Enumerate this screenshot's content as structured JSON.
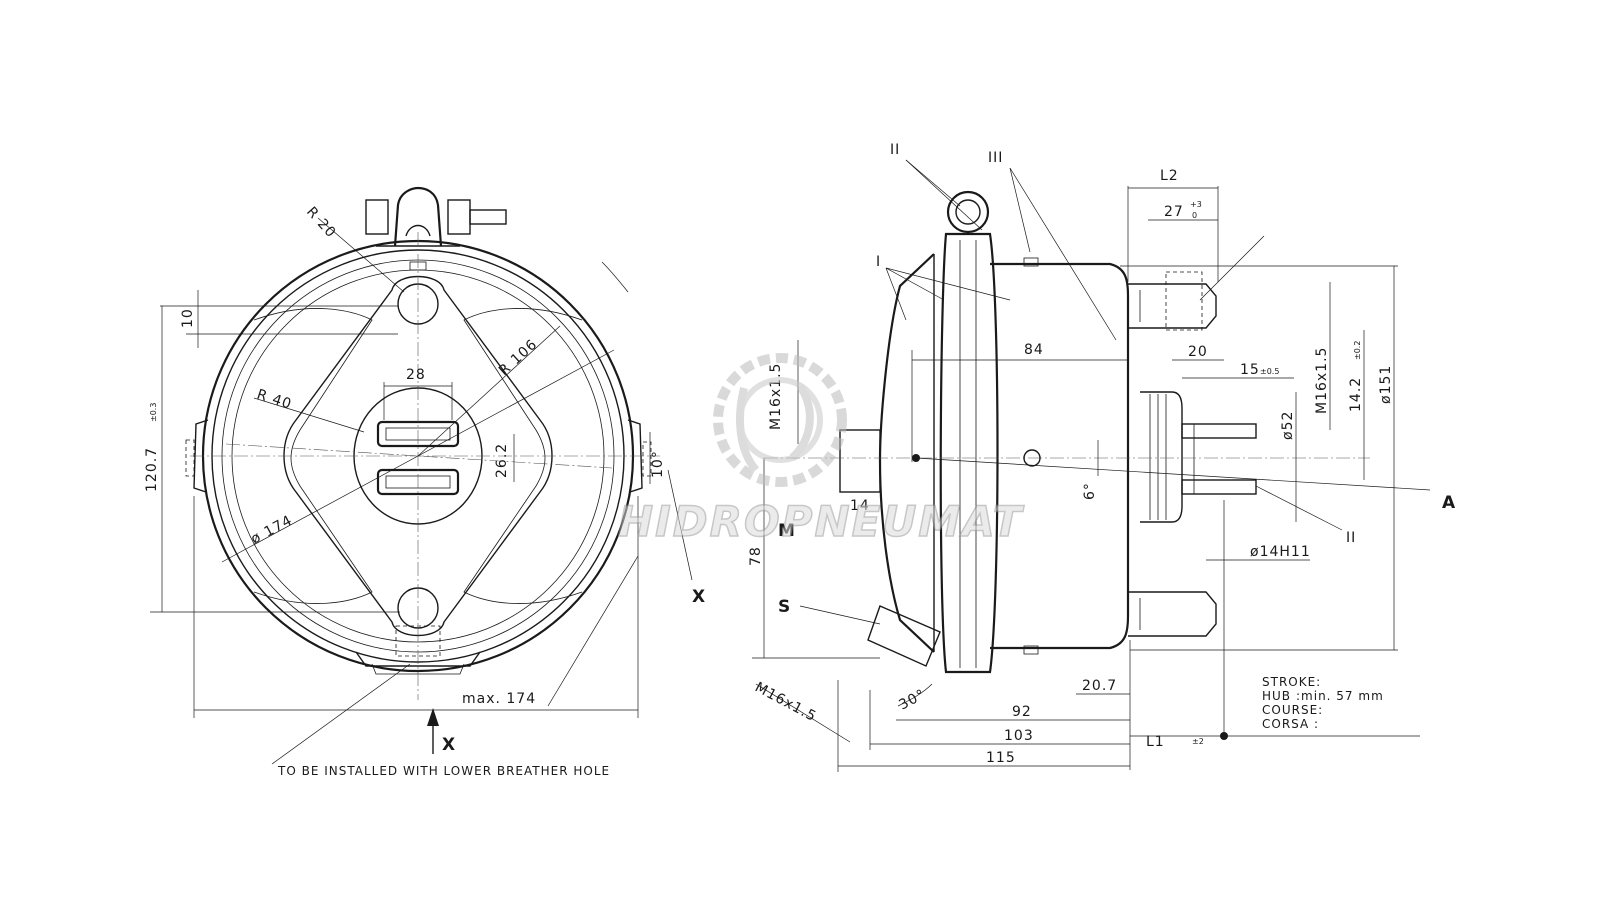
{
  "front_view": {
    "labels": {
      "r20": "R 20",
      "r40": "R 40",
      "r106": "R 106",
      "d174": "ø 174",
      "max174": "max. 174",
      "w28": "28",
      "h26_2": "26.2",
      "h10": "10",
      "h120_7": "120.7",
      "tol_120_7": "±0.3",
      "ang10": "10°",
      "x_side": "X",
      "x_bottom": "X",
      "note": "TO BE INSTALLED WITH LOWER BREATHER HOLE"
    }
  },
  "side_view": {
    "labels": {
      "ii_top": "II",
      "iii_top": "III",
      "i_left": "I",
      "l2": "L2",
      "d27": "27",
      "tol_27_up": "+3",
      "tol_27_dn": "0",
      "d84": "84",
      "d20": "20",
      "d15": "15",
      "tol_15": "±0.5",
      "m16_port": "M16x1.5",
      "m16_right": "M16x1.5",
      "m16_bottom": "M16x1.5",
      "d14_2": "14.2",
      "tol_14_2": "±0.2",
      "d151": "ø151",
      "d52": "ø52",
      "ang6": "6°",
      "d14": "14",
      "port_m": "M",
      "d78": "78",
      "port_s": "S",
      "ii_right": "II",
      "d14h11": "ø14H11",
      "a": "A",
      "d20_7": "20.7",
      "ang30": "30°",
      "d92": "92",
      "d103": "103",
      "d115": "115",
      "l1": "L1",
      "tol_l1": "±2"
    },
    "stroke_table": {
      "row1": "STROKE:",
      "row2": "HUB",
      "row2_value": ":min. 57 mm",
      "row3": "COURSE:",
      "row4": "CORSA :"
    }
  },
  "watermark": {
    "text": "HIDROPNEUMAT"
  }
}
